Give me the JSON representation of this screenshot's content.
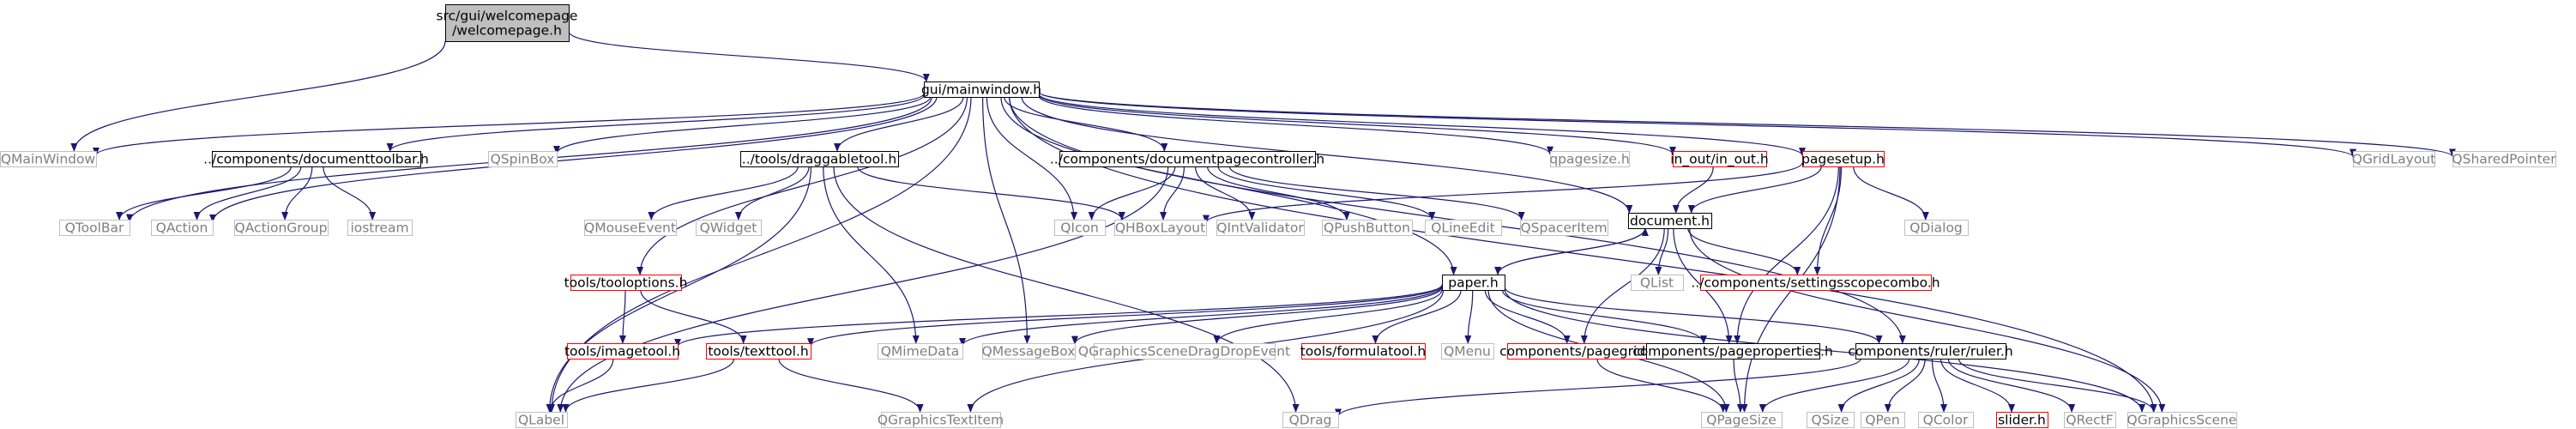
{
  "colors": {
    "edge": "#191970",
    "edge_internal": "#191970",
    "node_border_internal": "#000000",
    "node_border_external": "#bfbfbf",
    "node_border_broken": "#ff0000",
    "node_fill_root": "#bfbfbf",
    "node_fill": "#ffffff",
    "text_external": "#7f7f7f",
    "text_internal": "#000000"
  },
  "nodes": [
    {
      "id": "root",
      "lines": [
        "src/gui/welcomepage",
        "/welcomepage.h"
      ],
      "kind": "root"
    },
    {
      "id": "mainwindow",
      "lines": [
        "gui/mainwindow.h"
      ],
      "kind": "internal"
    },
    {
      "id": "qmainwindow",
      "lines": [
        "QMainWindow"
      ],
      "kind": "external"
    },
    {
      "id": "doctoolbar",
      "lines": [
        "../components/documenttoolbar.h"
      ],
      "kind": "internal"
    },
    {
      "id": "qspinbox",
      "lines": [
        "QSpinBox"
      ],
      "kind": "external"
    },
    {
      "id": "draggabletool",
      "lines": [
        "../tools/draggabletool.h"
      ],
      "kind": "internal"
    },
    {
      "id": "docpagecontroller",
      "lines": [
        "../components/documentpagecontroller.h"
      ],
      "kind": "internal"
    },
    {
      "id": "qpagesize_h",
      "lines": [
        "qpagesize.h"
      ],
      "kind": "external"
    },
    {
      "id": "inout",
      "lines": [
        "in_out/in_out.h"
      ],
      "kind": "broken"
    },
    {
      "id": "pagesetup",
      "lines": [
        "pagesetup.h"
      ],
      "kind": "broken"
    },
    {
      "id": "qgridlayout",
      "lines": [
        "QGridLayout"
      ],
      "kind": "external"
    },
    {
      "id": "qsharedpointer",
      "lines": [
        "QSharedPointer"
      ],
      "kind": "external"
    },
    {
      "id": "qtoolbar",
      "lines": [
        "QToolBar"
      ],
      "kind": "external"
    },
    {
      "id": "qaction",
      "lines": [
        "QAction"
      ],
      "kind": "external"
    },
    {
      "id": "qactiongroup",
      "lines": [
        "QActionGroup"
      ],
      "kind": "external"
    },
    {
      "id": "iostream",
      "lines": [
        "iostream"
      ],
      "kind": "external"
    },
    {
      "id": "qmouseevent",
      "lines": [
        "QMouseEvent"
      ],
      "kind": "external"
    },
    {
      "id": "qwidget",
      "lines": [
        "QWidget"
      ],
      "kind": "external"
    },
    {
      "id": "qicon",
      "lines": [
        "QIcon"
      ],
      "kind": "external"
    },
    {
      "id": "qhboxlayout",
      "lines": [
        "QHBoxLayout"
      ],
      "kind": "external"
    },
    {
      "id": "qintvalidator",
      "lines": [
        "QIntValidator"
      ],
      "kind": "external"
    },
    {
      "id": "qpushbutton",
      "lines": [
        "QPushButton"
      ],
      "kind": "external"
    },
    {
      "id": "qlineedit",
      "lines": [
        "QLineEdit"
      ],
      "kind": "external"
    },
    {
      "id": "qspaceritem",
      "lines": [
        "QSpacerItem"
      ],
      "kind": "external"
    },
    {
      "id": "document",
      "lines": [
        "document.h"
      ],
      "kind": "internal"
    },
    {
      "id": "qdialog",
      "lines": [
        "QDialog"
      ],
      "kind": "external"
    },
    {
      "id": "tooloptions",
      "lines": [
        "tools/tooloptions.h"
      ],
      "kind": "broken"
    },
    {
      "id": "qlist",
      "lines": [
        "QList"
      ],
      "kind": "external"
    },
    {
      "id": "settingscombo",
      "lines": [
        "../components/settingsscopecombo.h"
      ],
      "kind": "broken"
    },
    {
      "id": "paper",
      "lines": [
        "paper.h"
      ],
      "kind": "internal"
    },
    {
      "id": "imagetool",
      "lines": [
        "tools/imagetool.h"
      ],
      "kind": "broken"
    },
    {
      "id": "texttool",
      "lines": [
        "tools/texttool.h"
      ],
      "kind": "broken"
    },
    {
      "id": "qmimedata",
      "lines": [
        "QMimeData"
      ],
      "kind": "external"
    },
    {
      "id": "qmessagebox",
      "lines": [
        "QMessageBox"
      ],
      "kind": "external"
    },
    {
      "id": "qgsdde",
      "lines": [
        "QGraphicsSceneDragDropEvent"
      ],
      "kind": "external"
    },
    {
      "id": "formulatool",
      "lines": [
        "tools/formulatool.h"
      ],
      "kind": "broken"
    },
    {
      "id": "qmenu",
      "lines": [
        "QMenu"
      ],
      "kind": "external"
    },
    {
      "id": "pagegrid",
      "lines": [
        "components/pagegrid.h"
      ],
      "kind": "broken"
    },
    {
      "id": "pageproperties",
      "lines": [
        "components/pageproperties.h"
      ],
      "kind": "internal"
    },
    {
      "id": "ruler",
      "lines": [
        "components/ruler/ruler.h"
      ],
      "kind": "internal"
    },
    {
      "id": "qlabel",
      "lines": [
        "QLabel"
      ],
      "kind": "external"
    },
    {
      "id": "qgraphicstextitem",
      "lines": [
        "QGraphicsTextItem"
      ],
      "kind": "external"
    },
    {
      "id": "qdrag",
      "lines": [
        "QDrag"
      ],
      "kind": "external"
    },
    {
      "id": "qpagesize",
      "lines": [
        "QPageSize"
      ],
      "kind": "external"
    },
    {
      "id": "qsize",
      "lines": [
        "QSize"
      ],
      "kind": "external"
    },
    {
      "id": "qpen",
      "lines": [
        "QPen"
      ],
      "kind": "external"
    },
    {
      "id": "qcolor",
      "lines": [
        "QColor"
      ],
      "kind": "external"
    },
    {
      "id": "slider",
      "lines": [
        "slider.h"
      ],
      "kind": "broken"
    },
    {
      "id": "qrectf",
      "lines": [
        "QRectF"
      ],
      "kind": "external"
    },
    {
      "id": "qgraphicsscene",
      "lines": [
        "QGraphicsScene"
      ],
      "kind": "external"
    }
  ],
  "edges": [
    [
      "root",
      "mainwindow"
    ],
    [
      "root",
      "qmainwindow"
    ],
    [
      "mainwindow",
      "qmainwindow"
    ],
    [
      "mainwindow",
      "doctoolbar"
    ],
    [
      "mainwindow",
      "qspinbox"
    ],
    [
      "mainwindow",
      "draggabletool"
    ],
    [
      "mainwindow",
      "docpagecontroller"
    ],
    [
      "mainwindow",
      "qpagesize_h"
    ],
    [
      "mainwindow",
      "inout"
    ],
    [
      "mainwindow",
      "pagesetup"
    ],
    [
      "mainwindow",
      "qgridlayout"
    ],
    [
      "mainwindow",
      "qsharedpointer"
    ],
    [
      "mainwindow",
      "qtoolbar"
    ],
    [
      "mainwindow",
      "qaction"
    ],
    [
      "mainwindow",
      "qicon"
    ],
    [
      "mainwindow",
      "qmessagebox"
    ],
    [
      "mainwindow",
      "qlabel"
    ],
    [
      "mainwindow",
      "document"
    ],
    [
      "mainwindow",
      "paper"
    ],
    [
      "mainwindow",
      "tooloptions"
    ],
    [
      "mainwindow",
      "ruler"
    ],
    [
      "mainwindow",
      "qgraphicsscene"
    ],
    [
      "doctoolbar",
      "qtoolbar"
    ],
    [
      "doctoolbar",
      "qaction"
    ],
    [
      "doctoolbar",
      "qactiongroup"
    ],
    [
      "doctoolbar",
      "iostream"
    ],
    [
      "draggabletool",
      "qmouseevent"
    ],
    [
      "draggabletool",
      "qwidget"
    ],
    [
      "draggabletool",
      "qhboxlayout"
    ],
    [
      "draggabletool",
      "qlabel"
    ],
    [
      "draggabletool",
      "qmimedata"
    ],
    [
      "draggabletool",
      "qdrag"
    ],
    [
      "docpagecontroller",
      "qicon"
    ],
    [
      "docpagecontroller",
      "qhboxlayout"
    ],
    [
      "docpagecontroller",
      "qintvalidator"
    ],
    [
      "docpagecontroller",
      "qpushbutton"
    ],
    [
      "docpagecontroller",
      "qlineedit"
    ],
    [
      "docpagecontroller",
      "qspaceritem"
    ],
    [
      "docpagecontroller",
      "qlabel"
    ],
    [
      "inout",
      "document"
    ],
    [
      "pagesetup",
      "qhboxlayout"
    ],
    [
      "pagesetup",
      "document"
    ],
    [
      "pagesetup",
      "qdialog"
    ],
    [
      "pagesetup",
      "settingscombo"
    ],
    [
      "pagesetup",
      "pageproperties"
    ],
    [
      "pagesetup",
      "qpagesize"
    ],
    [
      "document",
      "paper"
    ],
    [
      "document",
      "qlist"
    ],
    [
      "document",
      "settingscombo"
    ],
    [
      "document",
      "pagegrid"
    ],
    [
      "document",
      "pageproperties"
    ],
    [
      "document",
      "qgraphicsscene"
    ],
    [
      "tooloptions",
      "imagetool"
    ],
    [
      "tooloptions",
      "texttool"
    ],
    [
      "paper",
      "document"
    ],
    [
      "paper",
      "imagetool"
    ],
    [
      "paper",
      "texttool"
    ],
    [
      "paper",
      "qmimedata"
    ],
    [
      "paper",
      "qmessagebox"
    ],
    [
      "paper",
      "qgsdde"
    ],
    [
      "paper",
      "formulatool"
    ],
    [
      "paper",
      "qmenu"
    ],
    [
      "paper",
      "pagegrid"
    ],
    [
      "paper",
      "pageproperties"
    ],
    [
      "paper",
      "ruler"
    ],
    [
      "paper",
      "qgraphicstextitem"
    ],
    [
      "paper",
      "qpagesize"
    ],
    [
      "paper",
      "qgraphicsscene"
    ],
    [
      "imagetool",
      "qlabel"
    ],
    [
      "texttool",
      "qlabel"
    ],
    [
      "texttool",
      "qgraphicstextitem"
    ],
    [
      "pagegrid",
      "qpagesize"
    ],
    [
      "pageproperties",
      "qpagesize"
    ],
    [
      "ruler",
      "qdrag"
    ],
    [
      "ruler",
      "qpagesize"
    ],
    [
      "ruler",
      "qsize"
    ],
    [
      "ruler",
      "qpen"
    ],
    [
      "ruler",
      "qcolor"
    ],
    [
      "ruler",
      "slider"
    ],
    [
      "ruler",
      "qrectf"
    ],
    [
      "ruler",
      "qgraphicsscene"
    ]
  ]
}
